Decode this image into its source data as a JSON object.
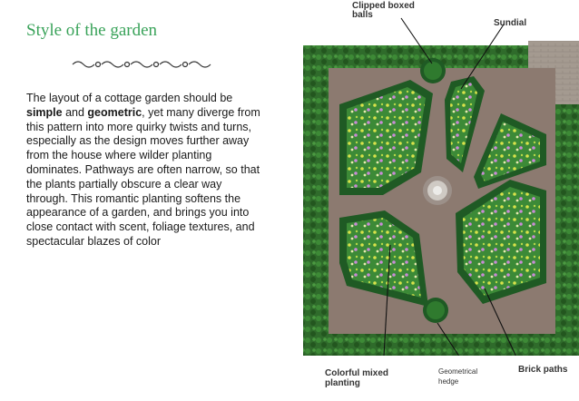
{
  "title": "Style of the garden",
  "paragraph": {
    "part1": "The layout of a cottage garden should be ",
    "bold1": "simple",
    "part2": " and ",
    "bold2": "geometric",
    "part3": ", yet many diverge from this pattern into more quirky twists and turns, especially as the design moves further away from the house where wilder planting dominates. Pathways are often narrow, so that the plants partially obscure a clear way through. This romantic planting softens the appearance of a garden, and brings you into close contact with scent, foliage textures, and spectacular blazes of color"
  },
  "figure": {
    "labels": {
      "clipped": "Clipped boxed balls",
      "sundial": "Sundial",
      "colorful": "Colorful mixed planting",
      "geometrical": "Geometrical hedge",
      "brick": "Brick paths"
    },
    "colors": {
      "path": "#8c7a70",
      "hedge": "#1f5a24",
      "lawn": "#3f8a3a",
      "foliage": "#2e6a2a"
    }
  }
}
